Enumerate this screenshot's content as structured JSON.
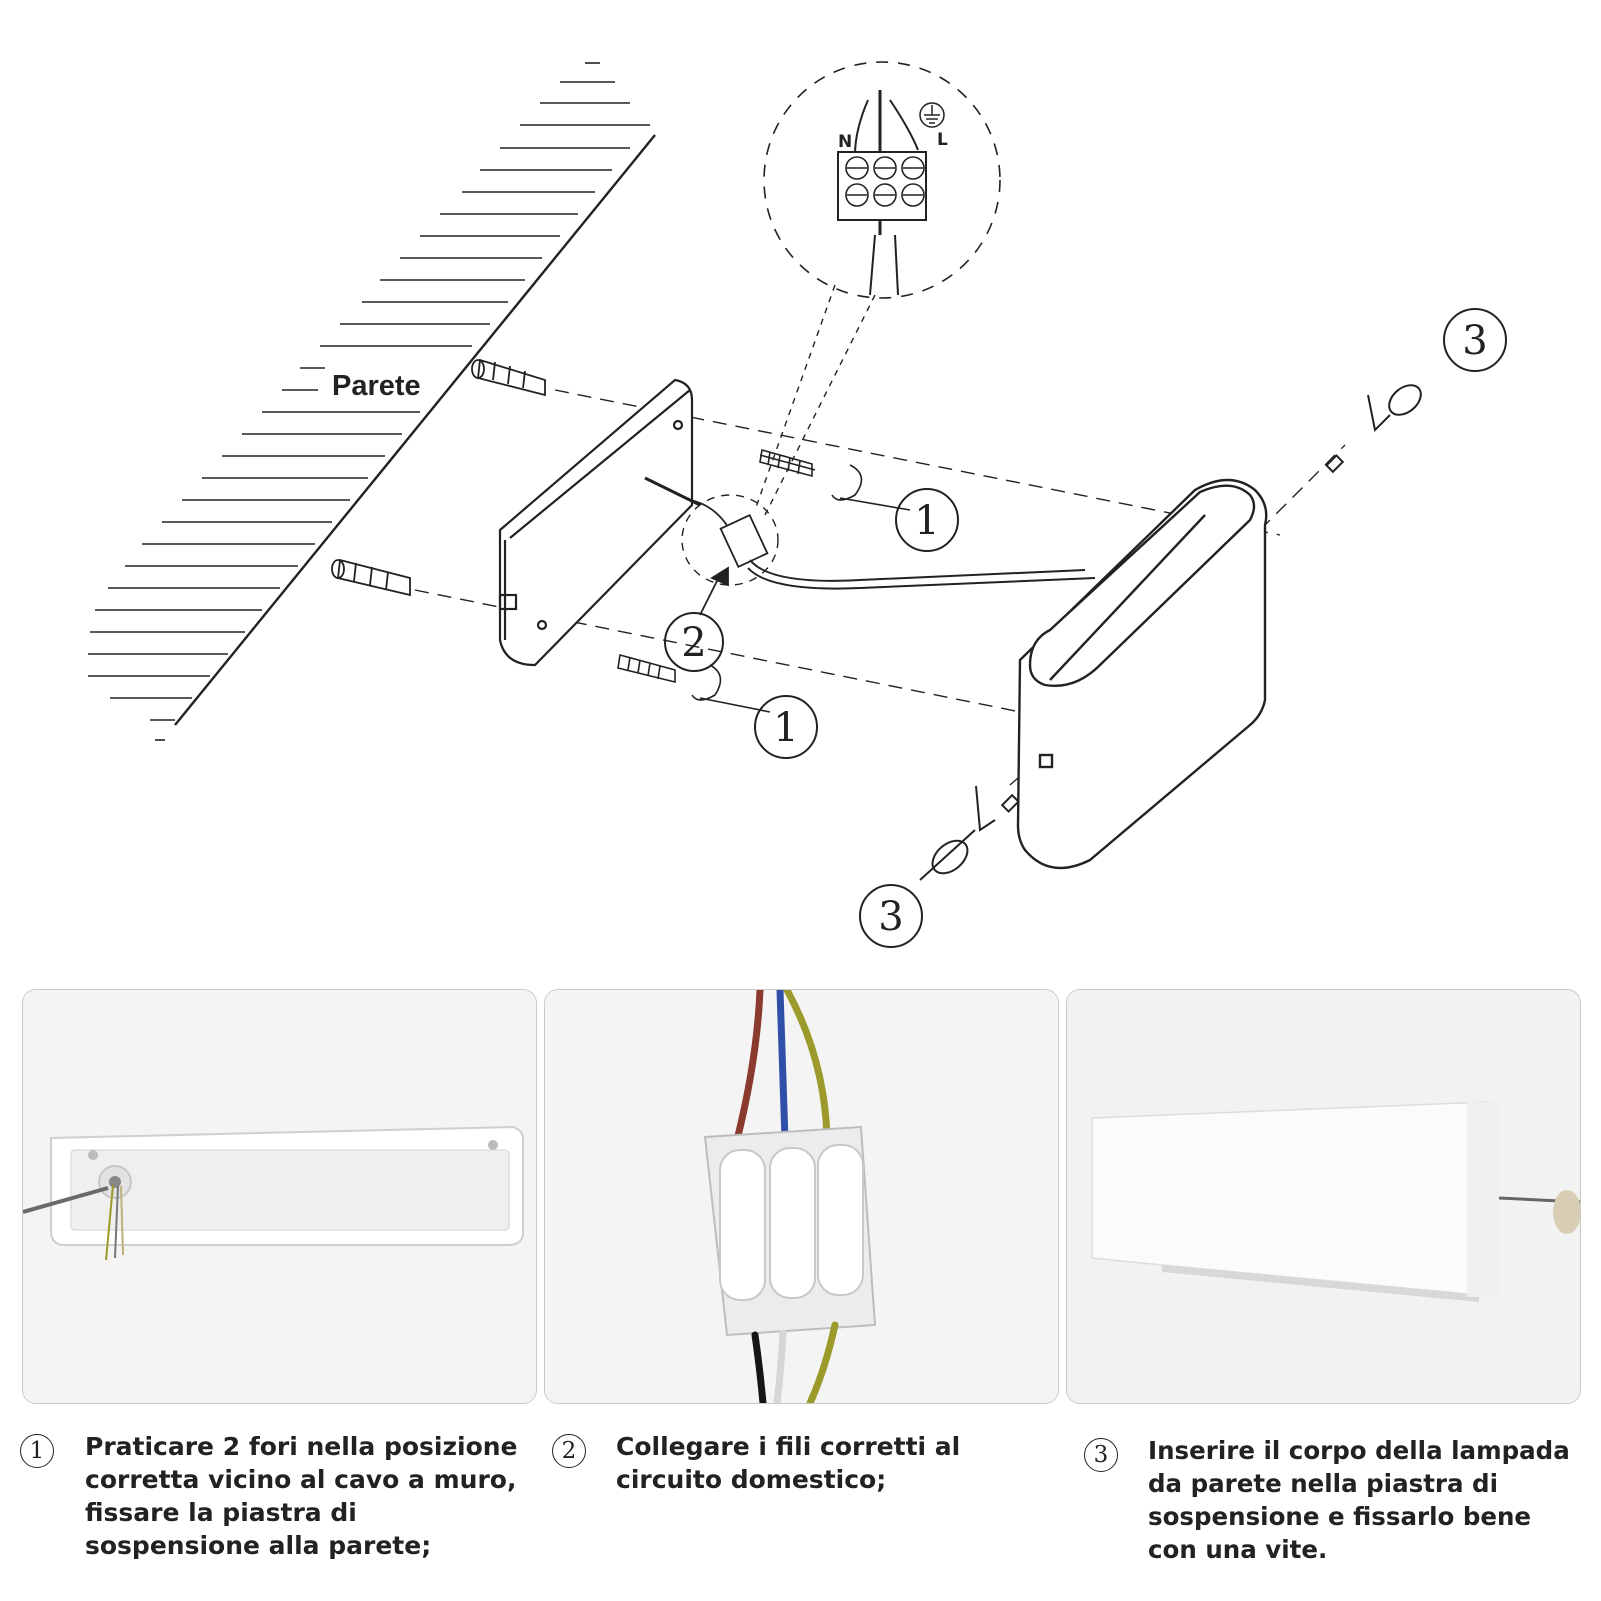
{
  "diagram": {
    "wall_label": "Parete",
    "terminal_labels": {
      "neutral": "N",
      "live": "L"
    },
    "callout_numbers": [
      "1",
      "1",
      "2",
      "3",
      "3"
    ]
  },
  "steps": [
    {
      "number": "1",
      "text": "Praticare 2 fori nella posizione\ncorretta vicino al cavo a muro,\nfissare la piastra di\nsospensione alla parete;"
    },
    {
      "number": "2",
      "text": "Collegare i fili corretti al\ncircuito domestico;"
    },
    {
      "number": "3",
      "text": "Inserire il corpo della lampada\nda parete nella piastra di\nsospensione e fissarlo bene\ncon una vite."
    }
  ],
  "wire_colors": {
    "brown": "#8a3b2e",
    "blue": "#2f4fa8",
    "green_yellow": "#9c9a2a",
    "black": "#151515",
    "grey": "#d6d6d6"
  }
}
